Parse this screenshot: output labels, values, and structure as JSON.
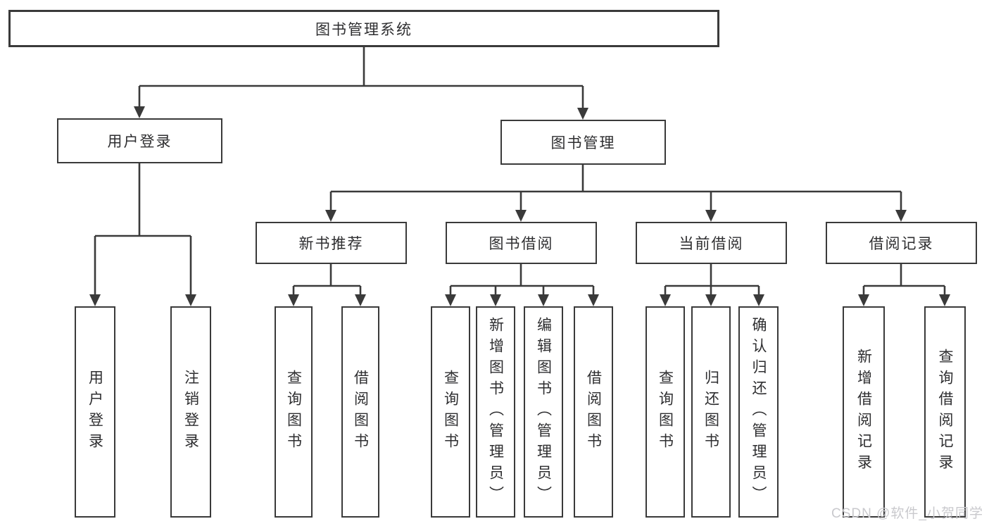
{
  "diagram": {
    "title": "图书管理系统",
    "root": {
      "label": "图书管理系统"
    },
    "branches": [
      {
        "label": "用户登录",
        "children": [
          {
            "label": "用户登录"
          },
          {
            "label": "注销登录"
          }
        ]
      },
      {
        "label": "图书管理",
        "children": [
          {
            "label": "新书推荐",
            "children": [
              {
                "label": "查询图书"
              },
              {
                "label": "借阅图书"
              }
            ]
          },
          {
            "label": "图书借阅",
            "children": [
              {
                "label": "查询图书"
              },
              {
                "label": "新增图书（管理员）"
              },
              {
                "label": "编辑图书（管理员）"
              },
              {
                "label": "借阅图书"
              }
            ]
          },
          {
            "label": "当前借阅",
            "children": [
              {
                "label": "查询图书"
              },
              {
                "label": "归还图书"
              },
              {
                "label": "确认归还（管理员）"
              }
            ]
          },
          {
            "label": "借阅记录",
            "children": [
              {
                "label": "新增借阅记录"
              },
              {
                "label": "查询借阅记录"
              }
            ]
          }
        ]
      }
    ]
  },
  "watermark": {
    "text": "CSDN @软件_小贺同学"
  },
  "colors": {
    "line": "#3a3a3a",
    "text": "#2e2e30",
    "watermark": "#c9c9cd",
    "background": "#ffffff"
  }
}
